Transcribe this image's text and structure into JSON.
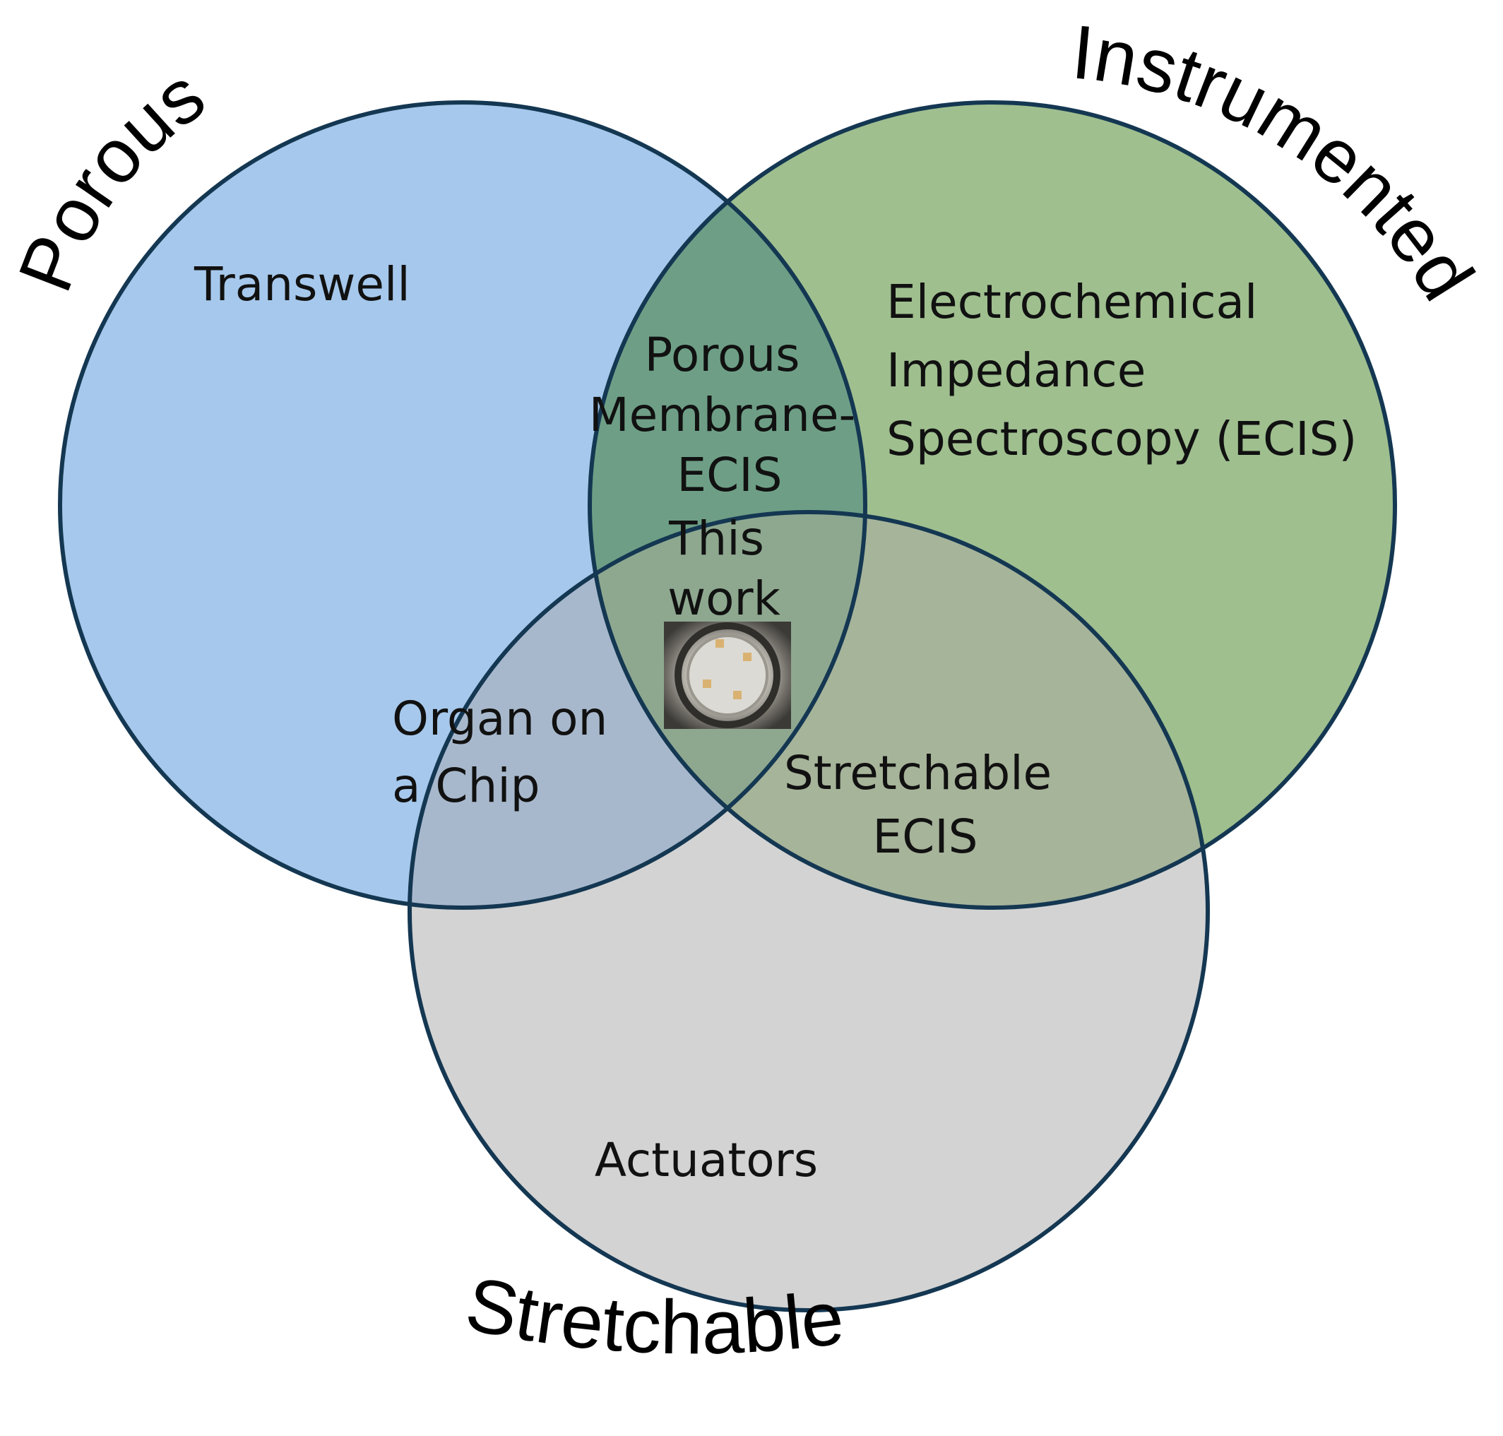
{
  "sets": {
    "porous": {
      "name": "Porous",
      "fill": "#a6c8ec",
      "stroke": "#143752"
    },
    "instrumented": {
      "name": "Instrumented",
      "fill": "#9fbf8f",
      "stroke": "#143752"
    },
    "stretchable": {
      "name": "Stretchable",
      "fill": "#d3d3d3",
      "stroke": "#143752"
    }
  },
  "regions": {
    "porous_only": [
      "Transwell"
    ],
    "instrumented_only": [
      "Electrochemical",
      "Impedance",
      "Spectroscopy (ECIS)"
    ],
    "stretchable_only": [
      "Actuators"
    ],
    "porous_instrumented": [
      "Porous",
      "Membrane-",
      "ECIS"
    ],
    "porous_stretchable": [
      "Organ on",
      "a Chip"
    ],
    "instrumented_stretchable": [
      "Stretchable",
      "ECIS"
    ],
    "all_three": [
      "This",
      "work"
    ]
  },
  "overlap_colors": {
    "porous_instrumented": "#6e9f86",
    "porous_stretchable": "#a8b8cc",
    "instrumented_stretchable": "#a6b49a",
    "all_three": "#8ea890"
  },
  "icons": {
    "center": "device-photo-icon"
  }
}
